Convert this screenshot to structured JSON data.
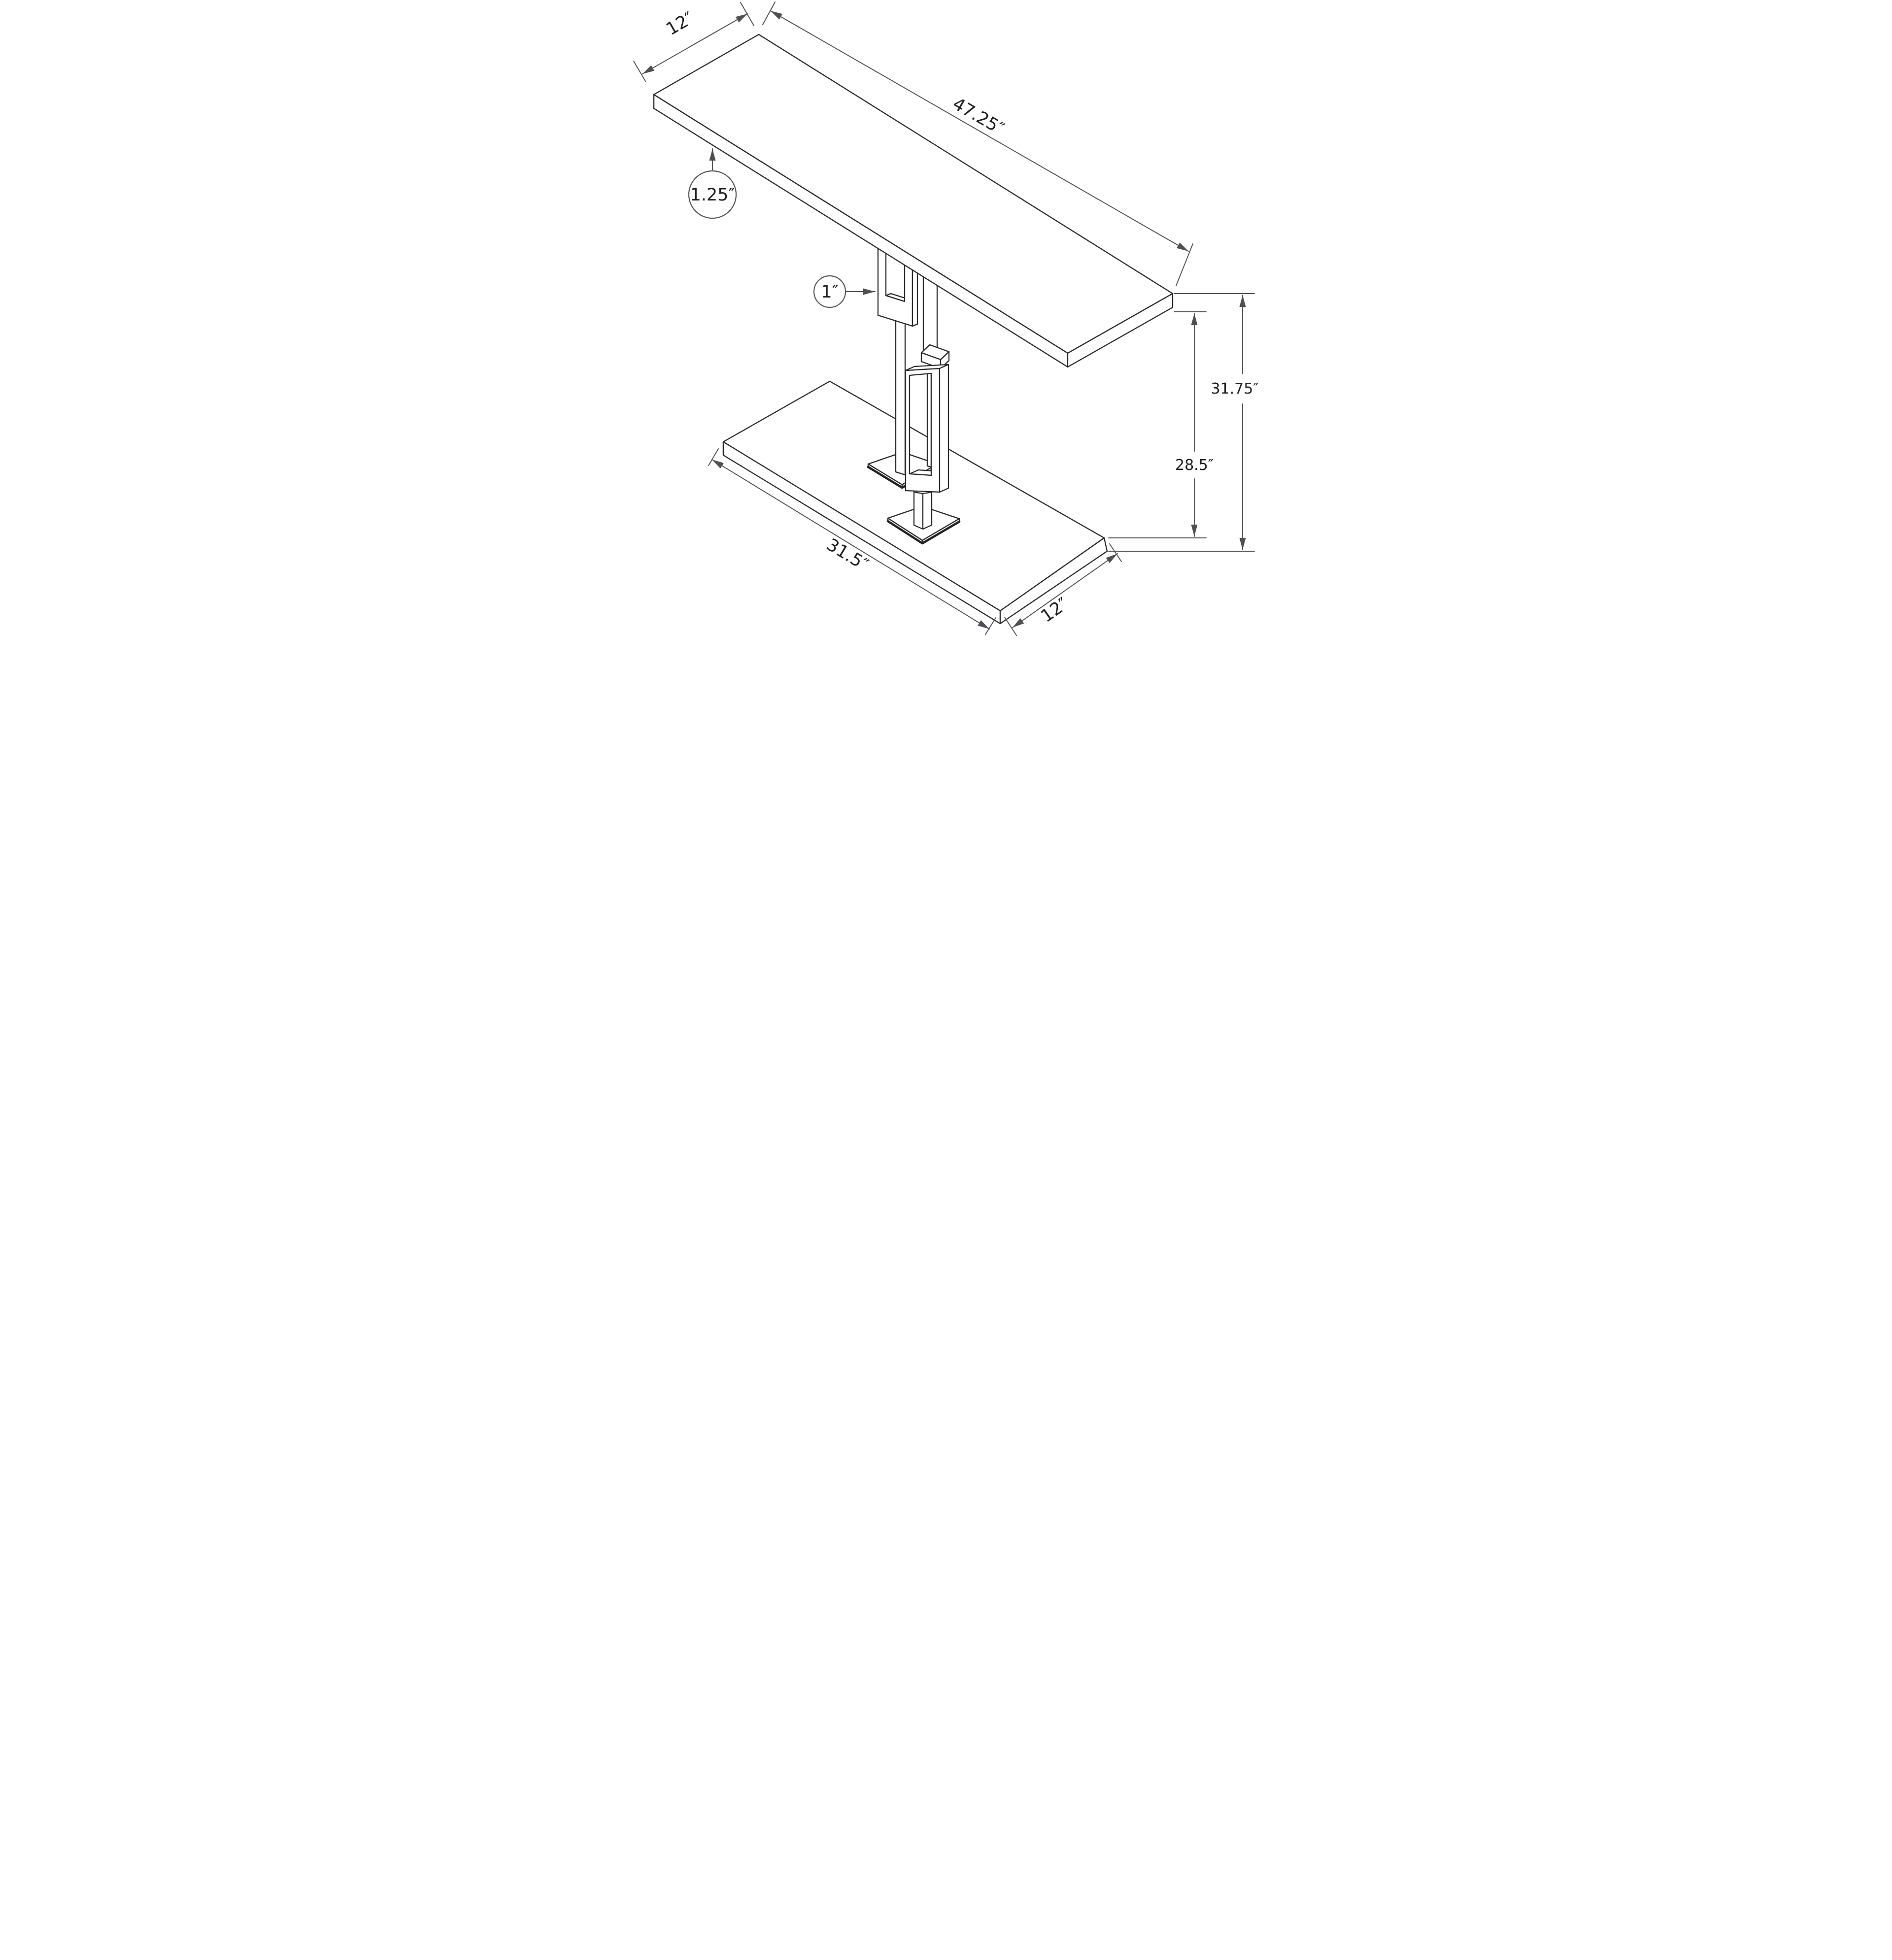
{
  "diagram": {
    "background": "#ffffff",
    "line_color": "#2b2b2e",
    "dimension_color": "#4f4f54",
    "dimensions": {
      "tabletop_depth": {
        "value": 12,
        "label": "12″"
      },
      "tabletop_width": {
        "value": 47.25,
        "label": "47.25″"
      },
      "tabletop_thickness": {
        "value": 1.25,
        "label": "1.25″"
      },
      "frame_tube_size": {
        "value": 1,
        "label": "1″"
      },
      "overall_height": {
        "value": 31.75,
        "label": "31.75″"
      },
      "clearance_height": {
        "value": 28.5,
        "label": "28.5″"
      },
      "base_width": {
        "value": 31.5,
        "label": "31.5″"
      },
      "base_depth": {
        "value": 12,
        "label": "12″"
      }
    }
  }
}
